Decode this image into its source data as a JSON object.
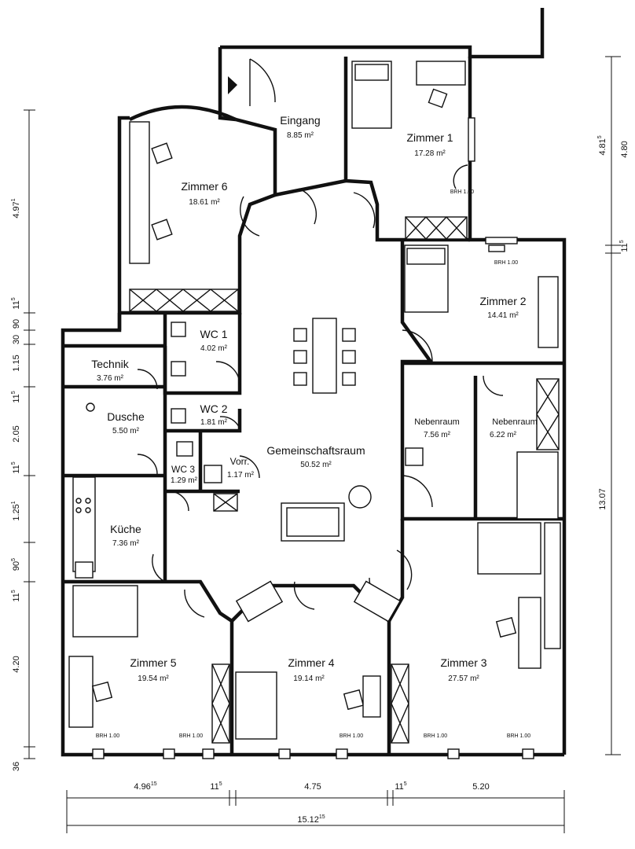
{
  "rooms": [
    {
      "name": "Zimmer 1",
      "area": "17.28 m²"
    },
    {
      "name": "Eingang",
      "area": "8.85 m²"
    },
    {
      "name": "Zimmer 6",
      "area": "18.61 m²"
    },
    {
      "name": "Zimmer 2",
      "area": "14.41 m²"
    },
    {
      "name": "WC 1",
      "area": "4.02 m²"
    },
    {
      "name": "Technik",
      "area": "3.76 m²"
    },
    {
      "name": "WC 2",
      "area": "1.81 m²"
    },
    {
      "name": "Dusche",
      "area": "5.50 m²"
    },
    {
      "name": "Nebenraum",
      "area": "7.56 m²"
    },
    {
      "name": "Nebenraum",
      "area": "6.22 m²"
    },
    {
      "name": "WC 3",
      "area": "1.29 m²"
    },
    {
      "name": "Vorr.",
      "area": "1.17 m²"
    },
    {
      "name": "Gemeinschaftsraum",
      "area": "50.52 m²"
    },
    {
      "name": "Küche",
      "area": "7.36 m²"
    },
    {
      "name": "Zimmer 5",
      "area": "19.54 m²"
    },
    {
      "name": "Zimmer 4",
      "area": "19.14 m²"
    },
    {
      "name": "Zimmer 3",
      "area": "27.57 m²"
    }
  ],
  "brh_label": "BRH 1.00",
  "dims_bottom": {
    "d1": "4.96",
    "d1_sup": "15",
    "d2": "11",
    "d2_sup": "5",
    "d3": "4.75",
    "d4": "11",
    "d4_sup": "5",
    "d5": "5.20",
    "total": "15.12",
    "total_sup": "15"
  },
  "dims_right": {
    "r1": "4.81",
    "r1_sup": "5",
    "r2": "4.80",
    "r3": "11",
    "r3_sup": "5",
    "r4": "13.07"
  },
  "dims_left": {
    "l1": "4.97",
    "l1_sup": "1",
    "l2": "11",
    "l2_sup": "5",
    "l3": "90",
    "l4": "30",
    "l5": "1.15",
    "l6": "11",
    "l6_sup": "5",
    "l7": "2.05",
    "l8": "11",
    "l8_sup": "5",
    "l9": "1.25",
    "l9_sup": "1",
    "l10": "90",
    "l10_sup": "5",
    "l11": "11",
    "l11_sup": "5",
    "l12": "4.20",
    "l13": "36"
  }
}
